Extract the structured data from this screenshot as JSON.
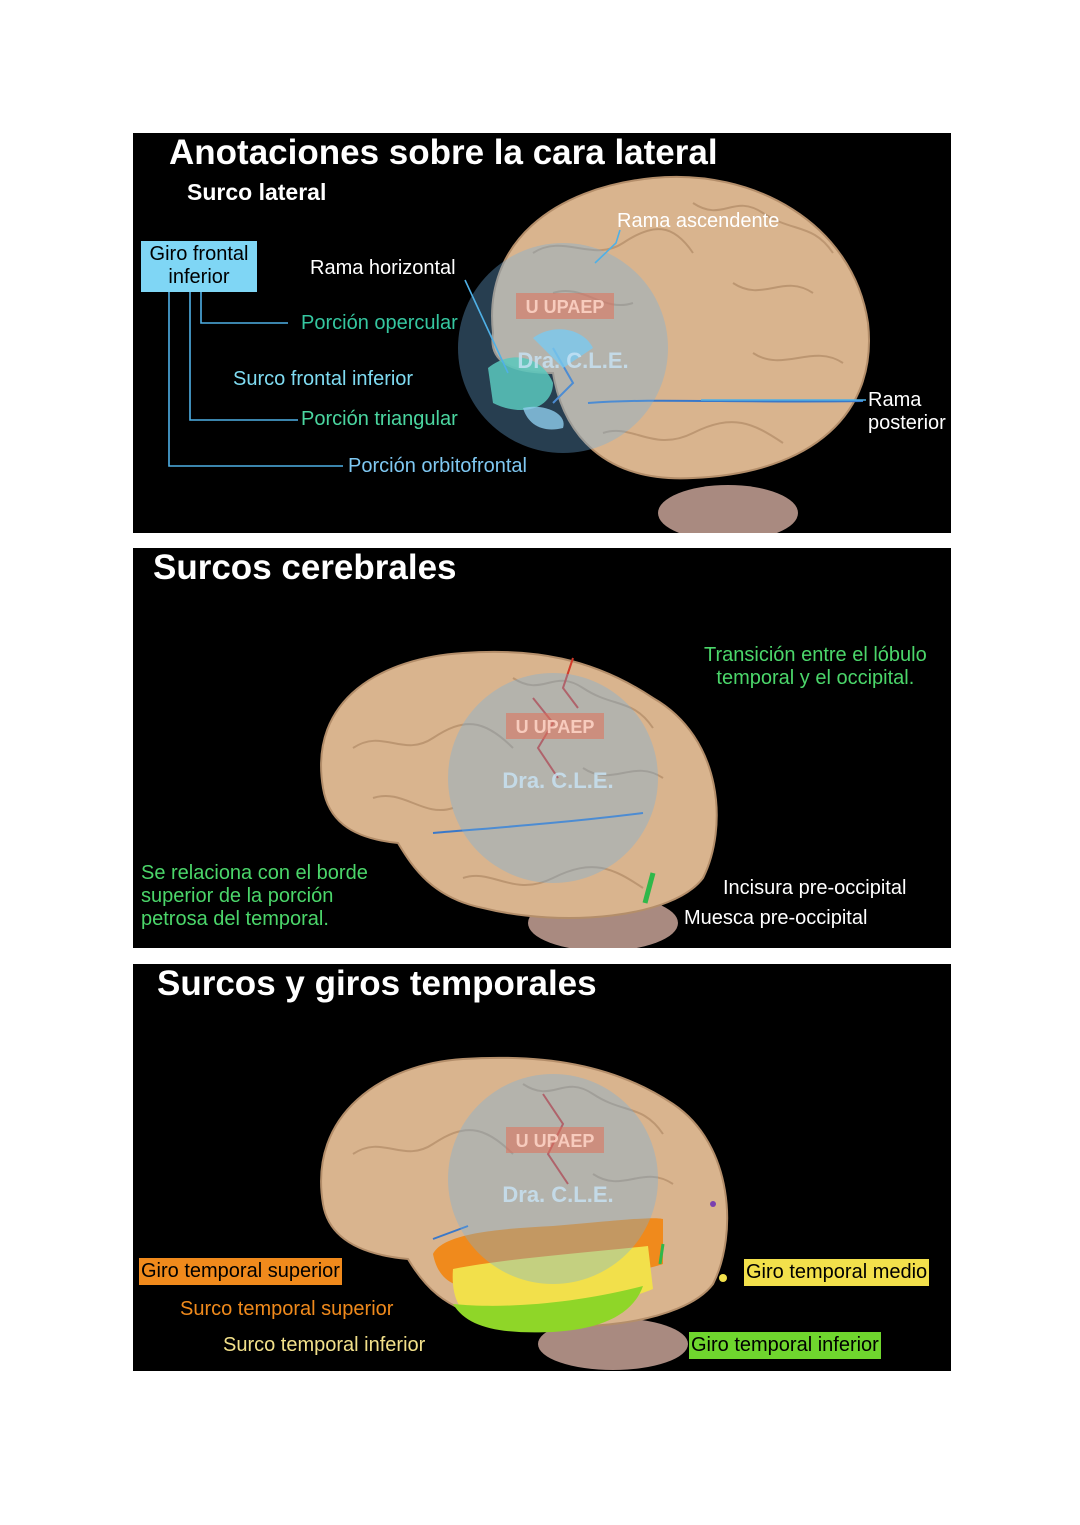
{
  "slides": [
    {
      "title": "Anotaciones sobre la cara lateral",
      "subtitle": "Surco lateral",
      "box_label": [
        "Giro frontal",
        "inferior"
      ],
      "labels": {
        "rama_ascendente": "Rama ascendente",
        "rama_horizontal": "Rama horizontal",
        "porcion_opercular": "Porción opercular",
        "surco_frontal_inferior": "Surco frontal inferior",
        "porcion_triangular": "Porción triangular",
        "porcion_orbitofrontal": "Porción orbitofrontal",
        "rama_posterior": [
          "Rama",
          "posterior"
        ]
      }
    },
    {
      "title": "Surcos cerebrales",
      "labels": {
        "transicion": [
          "Transición entre el lóbulo",
          "temporal y el occipital."
        ],
        "relaciona": [
          "Se relaciona con el borde",
          "superior de la porción",
          "petrosa del temporal."
        ],
        "incisura": "Incisura pre-occipital",
        "muesca": "Muesca pre-occipital"
      }
    },
    {
      "title": "Surcos y giros temporales",
      "labels": {
        "giro_temporal_superior": "Giro temporal superior",
        "surco_temporal_superior": "Surco temporal superior",
        "surco_temporal_inferior": "Surco temporal inferior",
        "giro_temporal_medio": "Giro temporal medio",
        "giro_temporal_inferior": "Giro temporal inferior"
      }
    }
  ],
  "watermark": {
    "logo": "U UPAEP",
    "text": "Dra. C.L.E."
  },
  "colors": {
    "cyan_label": "#35c7e0",
    "cyan_light": "#7fdcf2",
    "green_label": "#4bd66a",
    "orange_label": "#f08a1c",
    "yellow_label": "#f2e04b",
    "box_bg": "#7fd6f5",
    "brain": "#d9b48e",
    "sulcus_blue": "#3a78c9"
  }
}
